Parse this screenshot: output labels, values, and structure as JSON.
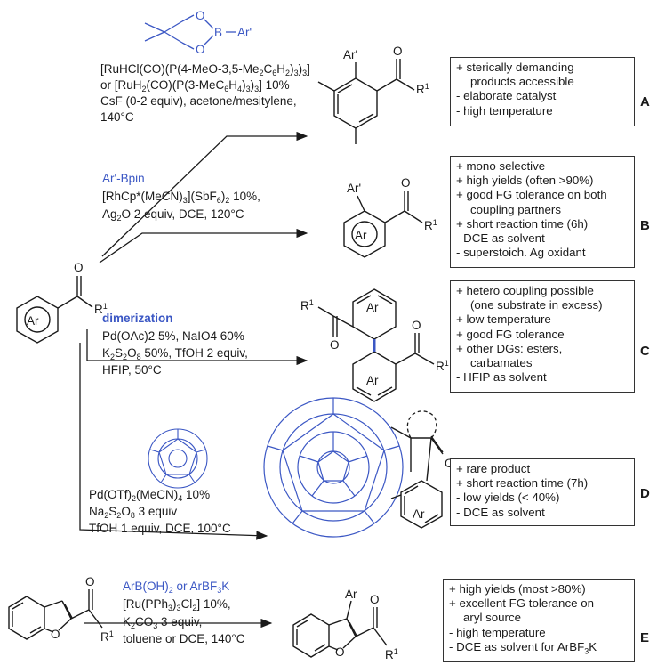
{
  "substrate": {
    "r1": "R1",
    "ar": "Ar"
  },
  "rows": [
    {
      "id": "A",
      "reagent": "Ar'",
      "reagent_atoms": [
        "O",
        "B",
        "O"
      ],
      "conditions": [
        "[RuHCl(CO)(P(4-MeO-3,5-Me2C6H2)3)3]",
        "or [RuH2(CO)(P(3-MeC6H4)3)3] 10%",
        "CsF (0-2 equiv), acetone/mesitylene,",
        "140°C"
      ],
      "product": {
        "ar": "Ar'",
        "r1": "R1",
        "o": "O"
      },
      "notes": [
        "+ sterically demanding",
        "products accessible",
        "- elaborate catalyst",
        "- high temperature"
      ]
    },
    {
      "id": "B",
      "reagent": "Ar'-Bpin",
      "conditions": [
        "[RhCp*(MeCN)3](SbF6)2 10%,",
        "Ag2O 2 equiv, DCE, 120°C"
      ],
      "product": {
        "ar_top": "Ar'",
        "ar_ring": "Ar",
        "r1": "R1",
        "o": "O"
      },
      "notes": [
        "+ mono selective",
        "+ high yields (often >90%)",
        "+ good FG tolerance on both",
        "coupling partners",
        "+ short reaction time (6h)",
        "- DCE as solvent",
        "- superstoich. Ag oxidant"
      ]
    },
    {
      "id": "C",
      "reagent": "dimerization",
      "conditions": [
        "Pd(OAc)2 5%, NaIO4 60%",
        "K2S2O8 50%, TfOH 2 equiv,",
        "HFIP, 50°C"
      ],
      "product": {
        "ar": "Ar",
        "r1": "R1",
        "o": "O"
      },
      "notes": [
        "+ hetero coupling possible",
        "(one substrate in excess)",
        "+ low temperature",
        "+ good FG tolerance",
        "+ other DGs: esters,",
        "carbamates",
        "- HFIP as solvent"
      ]
    },
    {
      "id": "D",
      "conditions": [
        "Pd(OTf)2(MeCN)4 10%",
        "Na2S2O8 3 equiv",
        "TfOH 1 equiv, DCE, 100°C"
      ],
      "product": {
        "ar": "Ar",
        "o": "O"
      },
      "notes": [
        "+ rare product",
        "+ short reaction time (7h)",
        "- low yields (< 40%)",
        "- DCE as solvent"
      ]
    },
    {
      "id": "E",
      "reagent": "ArB(OH)2 or ArBF3K",
      "substrate": {
        "r1": "R1",
        "o": "O"
      },
      "conditions": [
        "[Ru(PPh3)3Cl2] 10%,",
        "K2CO3 3 equiv,",
        "toluene or DCE, 140°C"
      ],
      "product": {
        "ar": "Ar",
        "r1": "R1",
        "o": "O"
      },
      "notes": [
        "+ high yields (most >80%)",
        "+ excellent FG tolerance on",
        "aryl source",
        "- high temperature",
        "- DCE as solvent for ArBF3K"
      ]
    }
  ]
}
